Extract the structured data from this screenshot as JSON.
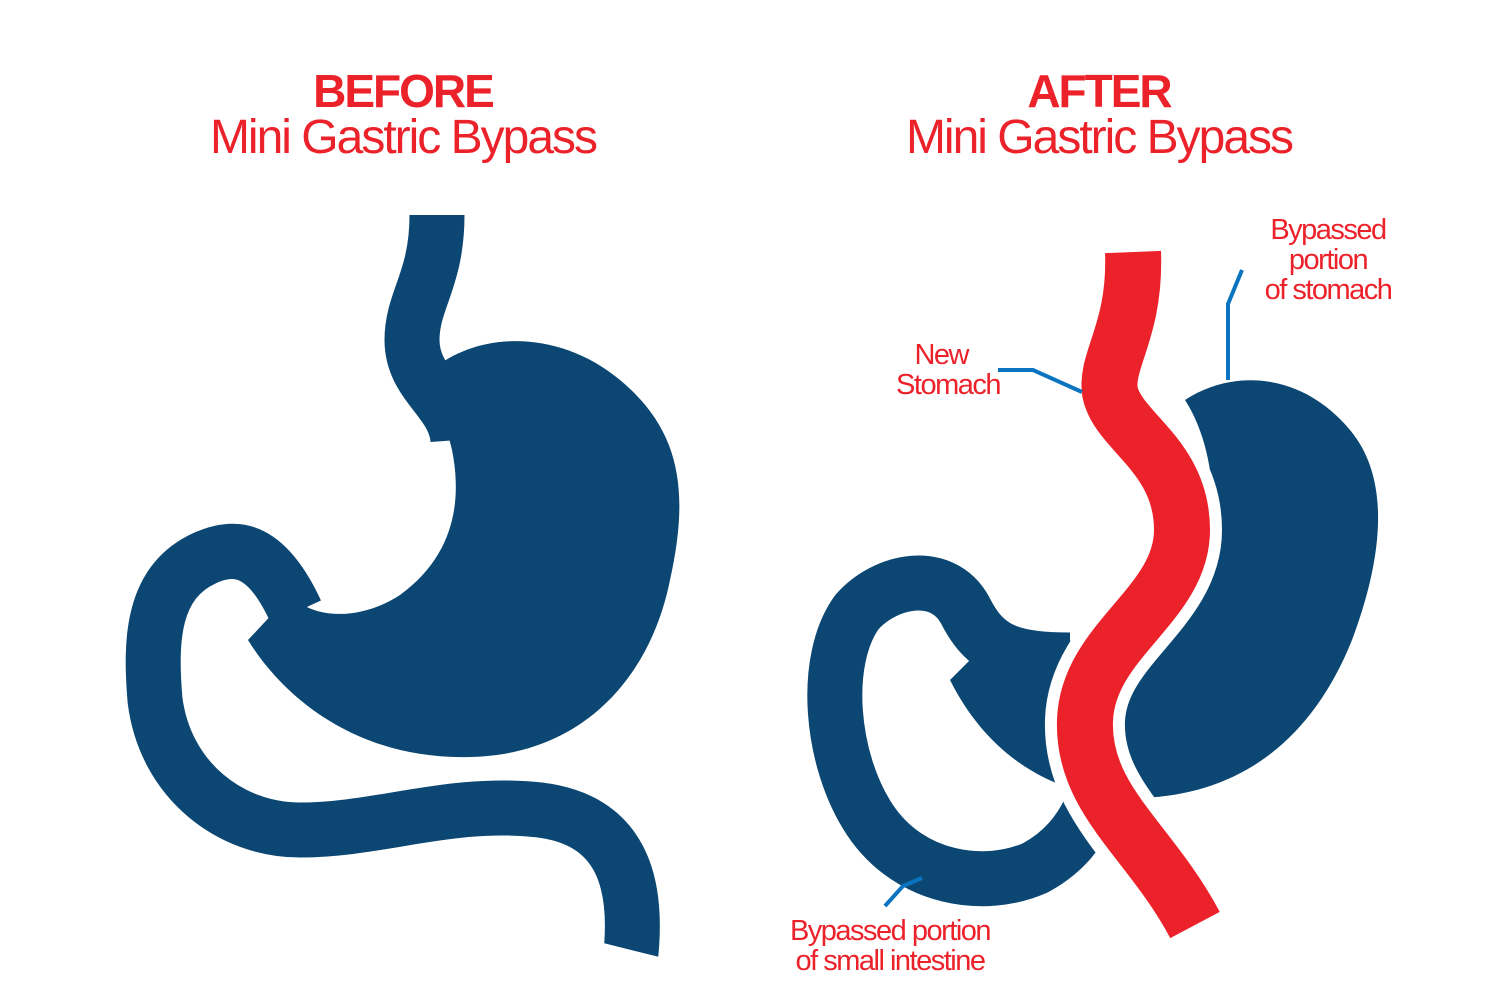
{
  "before": {
    "heading": "BEFORE",
    "subheading": "Mini Gastric Bypass"
  },
  "after": {
    "heading": "AFTER",
    "subheading": "Mini Gastric Bypass",
    "labels": {
      "new_stomach": [
        "New",
        "Stomach"
      ],
      "bypassed_stomach": [
        "Bypassed",
        "portion",
        "of stomach"
      ],
      "bypassed_intestine": [
        "Bypassed portion",
        "of small intestine"
      ]
    }
  },
  "colors": {
    "organ": "#0b4772",
    "new_stomach": "#ec222b",
    "leader_line": "#0a74c0",
    "text": "#ec222b"
  }
}
